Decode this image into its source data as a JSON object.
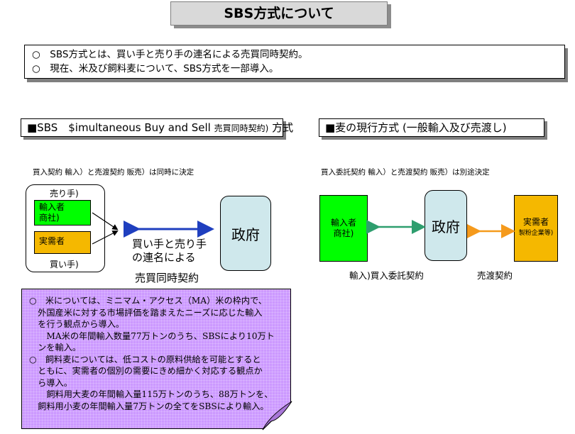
{
  "title": "SBS方式について",
  "summary": [
    "○　SBS方式とは、買い手と売り手の連名による売買同時契約。",
    "○　現在、米及び飼料麦について、SBS方式を一部導入。"
  ],
  "left": {
    "header_main": "■SBS　$imultaneous Buy and Sell ",
    "header_small": "売買同時契約)",
    "header_end": " 方式",
    "caption": "買入契約 輸入）と売渡契約 販売）は同時に決定",
    "seller_label": "売り手)",
    "importer_label": "輸入者\n商社)",
    "demander_label": "実需者",
    "buyer_label": "買い手)",
    "arrow_text_1": "買い手と売り手",
    "arrow_text_2": "の連名による",
    "arrow_text_3": "売買同時契約",
    "gov_label": "政府"
  },
  "right": {
    "header": "■麦の現行方式 (一般輸入及び売渡し)",
    "caption": "買入委託契約 輸入）と売渡契約 販売）は別途決定",
    "importer_label": "輸入者\n商社)",
    "gov_label": "政府",
    "demander_label": "実需者",
    "demander_sub": "製粉企業等)",
    "contract_import": "輸入)買入委託契約",
    "contract_sale": "売渡契約"
  },
  "note": [
    "○　米については、ミニマム・アクセス（MA）米の枠内で、",
    "　外国産米に対する市場評価を踏まえたニーズに応じた輸入",
    "　を行う観点から導入。",
    "　　MA米の年間輸入数量77万トンのうち、SBSにより10万ト",
    "　ンを輸入。",
    "○　飼料麦については、低コストの原料供給を可能とすると",
    "　ともに、実需者の個別の需要にきめ細かく対応する観点か",
    "　ら導入。",
    "　　飼料用大麦の年間輸入量115万トンのうち、88万トンを、",
    "　飼料用小麦の年間輸入量7万トンの全てをSBSにより輸入。"
  ],
  "colors": {
    "importer_green": "#00ff00",
    "demander_orange": "#f5b800",
    "gov_blue": "#cfe8ec",
    "note_purple": "#cc99ff",
    "arrow_blue": "#1f3fbf",
    "arrow_teal": "#2e9e6e",
    "arrow_orange": "#f59a1c"
  }
}
